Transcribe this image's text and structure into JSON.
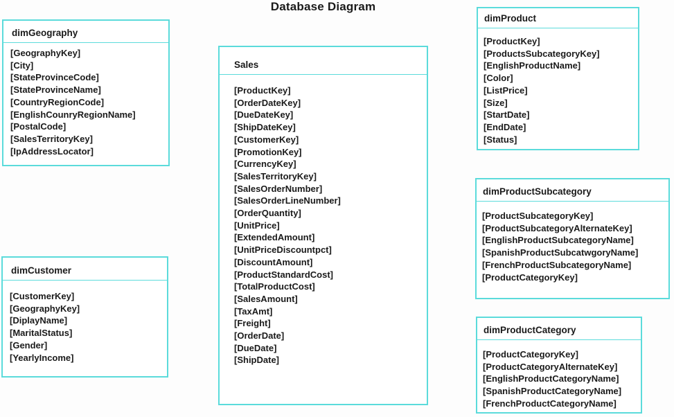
{
  "page": {
    "title": "Database Diagram"
  },
  "colors": {
    "table_border": "#5BDBDB",
    "text": "#1A1A1A",
    "background": "#FDFDFD"
  },
  "tables": [
    {
      "title": "dimGeography",
      "fields": [
        "[GeographyKey]",
        "[City]",
        "[StateProvinceCode]",
        "[StateProvinceName]",
        "[CountryRegionCode]",
        "[EnglishCounryRegionName]",
        "[PostalCode]",
        "[SalesTerritoryKey]",
        "[IpAddressLocator]"
      ]
    },
    {
      "title": "dimCustomer",
      "fields": [
        "[CustomerKey]",
        "[GeographyKey]",
        "[DiplayName]",
        "[MaritalStatus]",
        "[Gender]",
        "[YearlyIncome]"
      ]
    },
    {
      "title": "Sales",
      "fields": [
        "[ProductKey]",
        "[OrderDateKey]",
        "[DueDateKey]",
        "[ShipDateKey]",
        "[CustomerKey]",
        "[PromotionKey]",
        "[CurrencyKey]",
        "[SalesTerritoryKey]",
        "[SalesOrderNumber]",
        "[SalesOrderLineNumber]",
        "[OrderQuantity]",
        "[UnitPrice]",
        "[ExtendedAmount]",
        "[UnitPriceDiscountpct]",
        "[DiscountAmount]",
        "[ProductStandardCost]",
        "[TotalProductCost]",
        "[SalesAmount]",
        "[TaxAmt]",
        "[Freight]",
        "[OrderDate]",
        "[DueDate]",
        "[ShipDate]"
      ]
    },
    {
      "title": "dimProduct",
      "fields": [
        "[ProductKey]",
        "[ProductsSubcategoryKey]",
        "[EnglishProductName]",
        "[Color]",
        "[ListPrice]",
        "[Size]",
        "[StartDate]",
        "[EndDate]",
        "[Status]"
      ]
    },
    {
      "title": "dimProductSubcategory",
      "fields": [
        "[ProductSubcategoryKey]",
        "[ProductSubcategoryAlternateKey]",
        "[EnglishProductSubcategoryName]",
        "[SpanishProductSubcatwgoryName]",
        "[FrenchProductSubcategoryName]",
        "[ProductCategoryKey]"
      ]
    },
    {
      "title": "dimProductCategory",
      "fields": [
        "[ProductCategoryKey]",
        "[ProductCategoryAlternateKey]",
        "[EnglishProductCategoryName]",
        "[SpanishProductCategoryName]",
        "[FrenchProductCategoryName]"
      ]
    }
  ]
}
